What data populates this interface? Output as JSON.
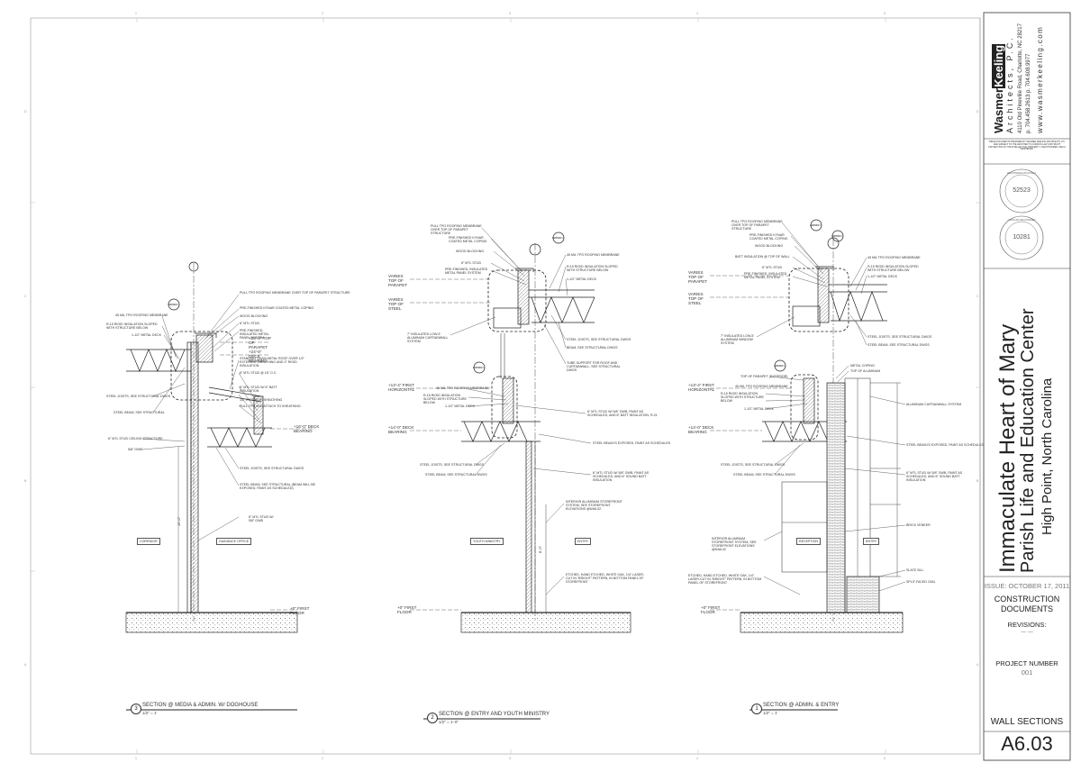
{
  "firm": {
    "name_a": "Wasmer",
    "name_b": "Keeling",
    "subtitle": "Architects, P.C.",
    "address": "4110 Old Pineville Road, Charlotte, NC 28217",
    "phone": "p. 704.458.2613     p. 704.608.9977",
    "web": "www.wasmerkeeling.com",
    "disclaimer": "THESE DOCUMENTS PREPARED BY WASMER KEELING ARCHITECTS, P.C. ARE SUBJECT TO THE ARCHITECT'S COMMON LAW COPYRIGHT PROTECTION OF THE INTELLECTUAL PROPERTY. UNAUTHORIZED USE IS PROHIBITED."
  },
  "seals": [
    {
      "number": "52523",
      "ring": "REGISTERED ARCHITECT"
    },
    {
      "number": "10281",
      "ring": "CAROLINA REGISTERED"
    }
  ],
  "project": {
    "line1": "Immaculate Heart of Mary",
    "line2": "Parish Life and Education Center",
    "line3": "High Point, North Carolina"
  },
  "issue": {
    "date": "ISSUE: OCTOBER 17, 2011",
    "type_1": "CONSTRUCTION",
    "type_2": "DOCUMENTS",
    "revisions_label": "REVISIONS:",
    "revisions_value": "—  —",
    "project_number_label": "PROJECT NUMBER",
    "project_number": "001"
  },
  "sheet": {
    "title": "WALL SECTIONS",
    "number": "A6.03"
  },
  "grid": {
    "top": [
      "1",
      "2",
      "3",
      "4",
      "5"
    ],
    "side": [
      "D",
      "C",
      "B",
      "A"
    ]
  },
  "section3": {
    "number": "3",
    "title": "SECTION @ MEDIA & ADMIN. W/ DOGHOUSE",
    "scale": "1/2\" = 1'",
    "labels": [
      "PULL TPO ROOFING MEMBRANE OVER TOP OF PARAPET STRUCTURE",
      "PRE-FINISHED KYNAR COATED METAL COPING",
      "WOOD BLOCKING",
      "45 MIL TPO ROOFING MEMBRANE",
      "R-15 RIGID INSULATION SLOPED WITH STRUCTURE BELOW",
      "1-1/2\" METAL DECK",
      "6\" MTL STUD",
      "PRE-FINISHED, INSULATED METAL PANEL SYSTEM",
      "STANDING SEAM METAL ROOF OVER 1/2\" EXTERIOR SHEATHING AND 3\" RIGID INSULATION",
      "6\" MTL STUD @ 16\" O.C.",
      "6\" MTL STUD W/ 6\" BATT INSULATION",
      "1/2\" EXTERIOR SHEATHING",
      "PULL TPO AND ATTACH TO SHEATHING",
      "STEEL JOISTS, SEE STRUCTURAL DWGS",
      "STEEL BEAM, SEE STRUCTURAL",
      "6\" MTL STUD CEILING STRUCTURE",
      "5/8\" GWB",
      "STEEL JOISTS, SEE STRUCTURAL DWGS",
      "STEEL BEAM, SEE STRUCTURAL (BEAM WILL BE EXPOSED, PAINT AS SCHEDULED)",
      "6\" MTL STUD W/ 5/8\" GWB"
    ],
    "levels": [
      "+26'-6\" TOP OF PARAPET",
      "+24'-6\" DECK BEARING",
      "+16'-0\" DECK BEARING",
      "+0\" FIRST FLOOR"
    ],
    "rooms": [
      "CORRIDOR",
      "GUIDANCE OFFICE"
    ],
    "dim": "15'-0\""
  },
  "section2": {
    "number": "2",
    "title": "SECTION @ ENTRY AND YOUTH MINISTRY",
    "scale": "1/2\" = 1'-0\"",
    "labels": [
      "PULL TPO ROOFING MEMBRANE OVER TOP OF PARAPET STRUCTURE",
      "PRE-FINISHED KYNAR COATED METAL COPING",
      "WOOD BLOCKING",
      "6\" MTL STUD",
      "PRE-FINISHED, INSULATED METAL PANEL SYSTEM",
      "45 MIL TPO ROOFING MEMBRANE",
      "R-15 RIGID INSULATION SLOPED WITH STRUCTURE BELOW",
      "1-1/2\" METAL DECK",
      "7\" INSULATED LOW-E ALUMINUM CURTAINWALL SYSTEM",
      "STEEL JOISTS, SEE STRUCTURAL DWGS",
      "BEAM, SEE STRUCTURAL DWGS",
      "TUBE SUPPORT FOR ROOF AND CURTAINWALL, SEE STRUCTURAL DWGS",
      "45 MIL TPO ROOFING MEMBRANE",
      "R-15 RIGID INSULATION SLOPED WITH STRUCTURE BELOW",
      "1-1/2\" METAL DECK",
      "6\" MTL STUD W/ 5/8\" GWB, PAINT AS SCHEDULED, AND 6\" BATT INSULATION, R-21",
      "STEEL BEAM IS EXPOSED, PAINT AS SCHEDULED",
      "STEEL JOISTS, SEE STRUCTURAL DWGS",
      "STEEL BEAM, SEE STRUCTURAL DWGS",
      "6\" MTL STUD W/ 5/8\" GWB, PAINT AS SCHEDULED, AND 6\" SOUND BATT INSULATION",
      "INTERIOR ALUMINUM STOREFRONT SYSTEM, SEE STOREFRONT ELEVATIONS @5/A6.02",
      "ETCHED, HAND ETCHED, WHITE OAK, 1/4\" LASER-CUT IN \"BRIGHT\" PATTERN, IN BOTTOM PANEL OF STOREFRONT"
    ],
    "levels": [
      "VARIES TOP OF PARAPET",
      "VARIES TOP OF STEEL",
      "+13'-4\" FIRST HORIZONTAL",
      "+14'-0\" DECK BEARING",
      "+0\" FIRST FLOOR"
    ],
    "rooms": [
      "YOUTH MINISTRY",
      "ENTRY"
    ],
    "dim": "8'-0\""
  },
  "section1": {
    "number": "1",
    "title": "SECTION @ ADMIN. & ENTRY",
    "scale": "1/2\" = 1'",
    "labels": [
      "PULL TPO ROOFING MEMBRANE OVER TOP OF PARAPET STRUCTURE",
      "PRE-FINISHED KYNAR COATED METAL COPING",
      "WOOD BLOCKING",
      "BATT INSULATION @ TOP OF WALL",
      "6\" MTL STUD",
      "PRE-FINISHED, INSULATED METAL PANEL SYSTEM",
      "45 MIL TPO ROOFING MEMBRANE",
      "R-15 RIGID INSULATION SLOPED WITH STRUCTURE BELOW",
      "1-1/2\" METAL DECK",
      "7\" INSULATED LOW-E ALUMINUM WINDOW SYSTEM",
      "STEEL JOISTS, SEE STRUCTURAL DWGS",
      "STEEL BEAM, SEE STRUCTURAL DWGS",
      "METAL COPING",
      "TOP OF ALUMINUM",
      "TOP OF PARAPET (EXTERIOR)",
      "ALUMINUM CURTAINWALL SYSTEM",
      "45 MIL TPO ROOFING MEMBRANE",
      "R-15 RIGID INSULATION SLOPED WITH STRUCTURE BELOW",
      "1-1/2\" METAL DECK",
      "STEEL BEAM IS EXPOSED, PAINT AS SCHEDULED",
      "STEEL JOISTS, SEE STRUCTURAL DWGS",
      "STEEL BEAM, SEE STRUCTURAL DWGS",
      "6\" MTL STUD W/ 5/8\" GWB, PAINT AS SCHEDULED, AND 6\" SOUND BATT INSULATION",
      "BRICK VENEER",
      "INTERIOR ALUMINUM STOREFRONT SYSTEM, SEE STOREFRONT ELEVATIONS @5/A6.02",
      "ETCHED, HAND ETCHED, WHITE OAK, 1/4\" LASER-CUT IN \"BRIGHT\" PATTERN, IN BOTTOM PANEL OF STOREFRONT",
      "SLATE SILL",
      "SPLIT-FACED CMU"
    ],
    "levels": [
      "VARIES TOP OF PARAPET",
      "VARIES TOP OF STEEL",
      "+13'-4\" FIRST HORIZONTAL",
      "+14'-0\" DECK BEARING",
      "+0\" FIRST FLOOR"
    ],
    "rooms": [
      "RECEPTION",
      "ENTRY"
    ]
  },
  "callouts": [
    "7/A7.04",
    "6/A7.04",
    "5/A7.04",
    "2/A7.04",
    "3/A7.04",
    "1/A7.04"
  ]
}
